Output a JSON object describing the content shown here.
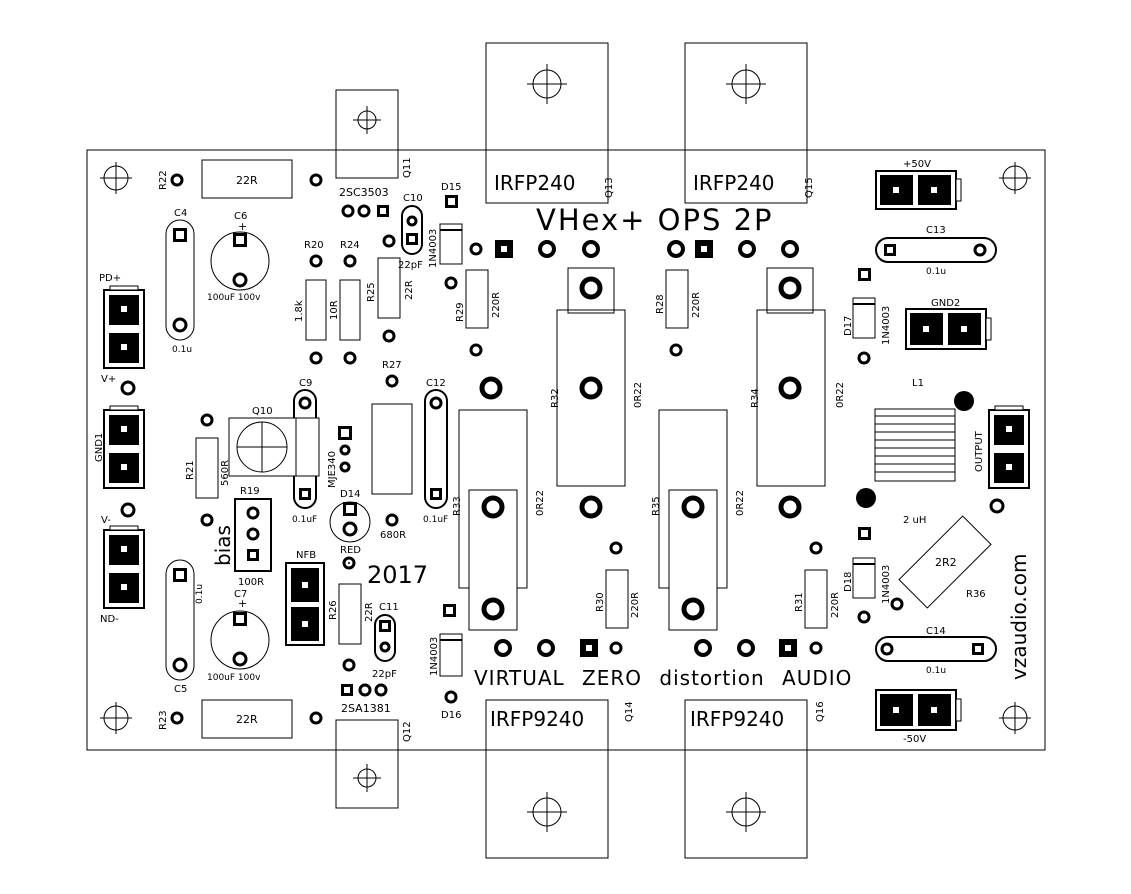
{
  "title": "VHex+ OPS 2P",
  "year": "2017",
  "bottom_text": "VIRTUAL ZERO distortion AUDIO",
  "brand": "vzaudio.com",
  "bias_label": "bias",
  "connectors": {
    "p50v": "+50V",
    "n50v": "-50V",
    "gnd2": "GND2",
    "pdp": "PD+",
    "vplus": "V+",
    "gnd1": "GND1",
    "vminus": "V-",
    "ndm": "ND-",
    "output": "OUTPUT"
  },
  "transistors": {
    "q13": {
      "ref": "Q13",
      "part": "IRFP240"
    },
    "q15": {
      "ref": "Q15",
      "part": "IRFP240"
    },
    "q14": {
      "ref": "Q14",
      "part": "IRFP9240"
    },
    "q16": {
      "ref": "Q16",
      "part": "IRFP9240"
    },
    "q11": {
      "ref": "Q11",
      "part": "2SC3503"
    },
    "q12": {
      "ref": "Q12",
      "part": "2SA1381"
    },
    "q10": {
      "ref": "Q10",
      "part": "MJE340"
    }
  },
  "resistors": {
    "r22": {
      "ref": "R22",
      "value": "22R"
    },
    "r23": {
      "ref": "R23",
      "value": "22R"
    },
    "r20": {
      "ref": "R20",
      "value": "1.8k"
    },
    "r24": {
      "ref": "R24",
      "value": "10R"
    },
    "r25": {
      "ref": "R25",
      "value": "22R"
    },
    "r27": {
      "ref": "R27",
      "value": "680R"
    },
    "r29": {
      "ref": "R29",
      "value": "220R"
    },
    "r28": {
      "ref": "R28",
      "value": "220R"
    },
    "r21": {
      "ref": "R21",
      "value": "560R"
    },
    "r19": {
      "ref": "R19",
      "value": "100R"
    },
    "r26": {
      "ref": "R26",
      "value": "22R"
    },
    "r32": {
      "ref": "R32",
      "value": "0R22"
    },
    "r33": {
      "ref": "R33",
      "value": "0R22"
    },
    "r34": {
      "ref": "R34",
      "value": "0R22"
    },
    "r35": {
      "ref": "R35",
      "value": "0R22"
    },
    "r30": {
      "ref": "R30",
      "value": "220R"
    },
    "r31": {
      "ref": "R31",
      "value": "220R"
    },
    "r36": {
      "ref": "R36",
      "value": "2R2"
    }
  },
  "capacitors": {
    "c4": {
      "ref": "C4",
      "value": "0.1u"
    },
    "c5": {
      "ref": "C5",
      "value": "0.1u"
    },
    "c6": {
      "ref": "C6",
      "value": "100uF 100v"
    },
    "c7": {
      "ref": "C7",
      "value": "100uF 100v"
    },
    "c9": {
      "ref": "C9",
      "value": "0.1uF"
    },
    "c10": {
      "ref": "C10",
      "value": "22pF"
    },
    "c11": {
      "ref": "C11",
      "value": "22pF"
    },
    "c12": {
      "ref": "C12",
      "value": "0.1uF"
    },
    "c13": {
      "ref": "C13",
      "value": "0.1u"
    },
    "c14": {
      "ref": "C14",
      "value": "0.1u"
    }
  },
  "diodes": {
    "d14": {
      "ref": "D14",
      "value": "RED"
    },
    "d15": {
      "ref": "D15",
      "value": "1N4003"
    },
    "d16": {
      "ref": "D16",
      "value": "1N4003"
    },
    "d17": {
      "ref": "D17",
      "value": "1N4003"
    },
    "d18": {
      "ref": "D18",
      "value": "1N4003"
    }
  },
  "inductor": {
    "ref": "L1",
    "value": "2 uH"
  },
  "nfb_label": "NFB",
  "plus_sign": "+"
}
